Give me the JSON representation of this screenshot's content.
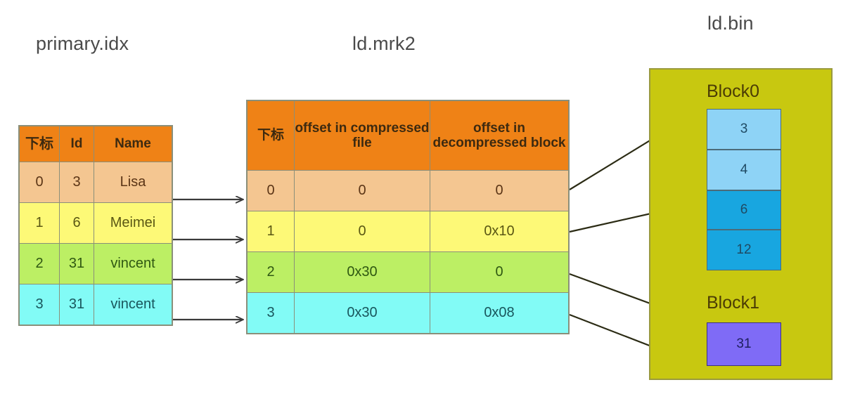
{
  "titles": {
    "primary_idx": "primary.idx",
    "ld_mrk2": "ld.mrk2",
    "ld_bin": "ld.bin"
  },
  "primary_table": {
    "name": "primary.idx",
    "headers": [
      "下标",
      "Id",
      "Name"
    ],
    "rows": [
      {
        "index": "0",
        "id": "3",
        "name": "Lisa"
      },
      {
        "index": "1",
        "id": "6",
        "name": "Meimei"
      },
      {
        "index": "2",
        "id": "31",
        "name": "vincent"
      },
      {
        "index": "3",
        "id": "31",
        "name": "vincent"
      }
    ]
  },
  "mark_table": {
    "name": "ld.mrk2",
    "headers": [
      "下标",
      "offset in compressed file",
      "offset in decompressed block"
    ],
    "rows": [
      {
        "index": "0",
        "offset_compressed": "0",
        "offset_decompressed": "0"
      },
      {
        "index": "1",
        "offset_compressed": "0",
        "offset_decompressed": "0x10"
      },
      {
        "index": "2",
        "offset_compressed": "0x30",
        "offset_decompressed": "0"
      },
      {
        "index": "3",
        "offset_compressed": "0x30",
        "offset_decompressed": "0x08"
      }
    ]
  },
  "bin_file": {
    "name": "ld.bin",
    "blocks": [
      {
        "label": "Block0",
        "cells": [
          {
            "value": "3",
            "shade": "light"
          },
          {
            "value": "4",
            "shade": "light"
          },
          {
            "value": "6",
            "shade": "dark"
          },
          {
            "value": "12",
            "shade": "dark"
          }
        ]
      },
      {
        "label": "Block1",
        "cells": [
          {
            "value": "31",
            "shade": "violet"
          }
        ]
      }
    ]
  },
  "colors": {
    "header_orange": "#ef8216",
    "row0": "#f4c691",
    "row1": "#fdf977",
    "row2": "#bcef64",
    "row3": "#82fbf6",
    "bin_background": "#c8c810",
    "cell_light_blue": "#8ed3f6",
    "cell_dark_blue": "#18a6e0",
    "cell_violet": "#7f6bf6",
    "arrow": "#3a3a3a",
    "title_text": "#4a4a4a"
  },
  "connectors": {
    "idx_to_mrk": [
      {
        "from_row": "0",
        "to_row": "0"
      },
      {
        "from_row": "1",
        "to_row": "1"
      },
      {
        "from_row": "2",
        "to_row": "2"
      },
      {
        "from_row": "3",
        "to_row": "3"
      }
    ],
    "mrk_to_bin": [
      {
        "from_row": "0",
        "to_block": "Block0",
        "to_cell": "3"
      },
      {
        "from_row": "1",
        "to_block": "Block0",
        "to_cell": "6"
      },
      {
        "from_row": "2",
        "to_block": "Block1",
        "to_cell": "31"
      },
      {
        "from_row": "3",
        "to_block": "Block1",
        "to_cell": "31"
      }
    ]
  }
}
